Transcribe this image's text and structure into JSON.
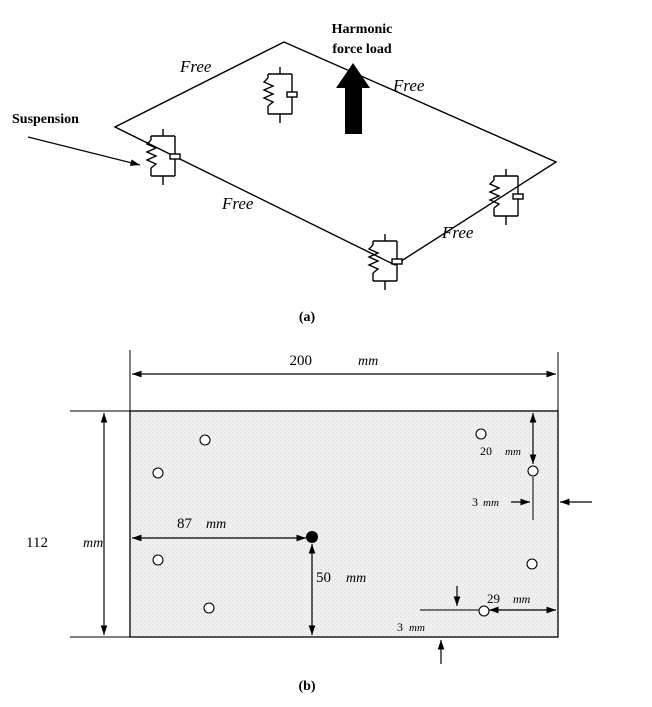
{
  "panel_a": {
    "caption": "(a)",
    "load_label_line1": "Harmonic",
    "load_label_line2": "force load",
    "suspension_label": "Suspension",
    "edge_labels": [
      "Free",
      "Free",
      "Free",
      "Free"
    ]
  },
  "panel_b": {
    "caption": "(b)",
    "width_value": "200",
    "width_unit": "mm",
    "height_value": "112",
    "height_unit": "mm",
    "load_x_value": "87",
    "load_x_unit": "mm",
    "load_y_value": "50",
    "load_y_unit": "mm",
    "hole_right_value": "29",
    "hole_right_unit": "mm",
    "hole_bottom_value": "3",
    "hole_bottom_unit": "mm",
    "side_hole_top_value": "20",
    "side_hole_top_unit": "mm",
    "side_hole_edge_value": "3",
    "side_hole_edge_unit": "mm"
  }
}
